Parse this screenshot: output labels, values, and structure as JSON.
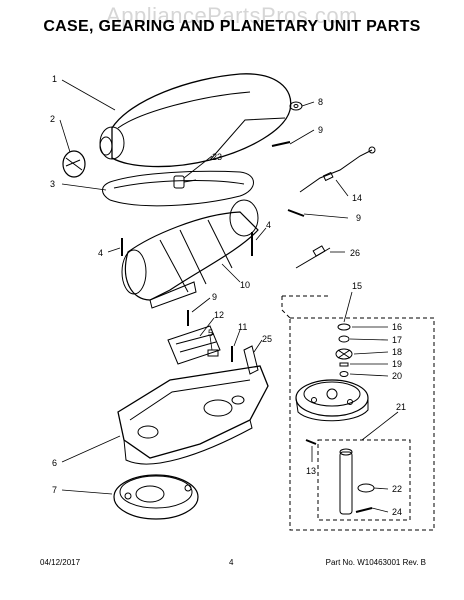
{
  "watermark": "AppliancePartsPros.com",
  "title": "CASE, GEARING AND PLANETARY UNIT PARTS",
  "callouts": [
    "1",
    "2",
    "3",
    "4",
    "4",
    "5",
    "6",
    "7",
    "8",
    "9",
    "9",
    "9",
    "10",
    "11",
    "12",
    "13",
    "14",
    "15",
    "16",
    "17",
    "18",
    "19",
    "20",
    "21",
    "22",
    "23",
    "24",
    "25",
    "26"
  ],
  "footer": {
    "date": "04/12/2017",
    "page": "4",
    "part_no": "Part No. W10463001  Rev. B"
  }
}
